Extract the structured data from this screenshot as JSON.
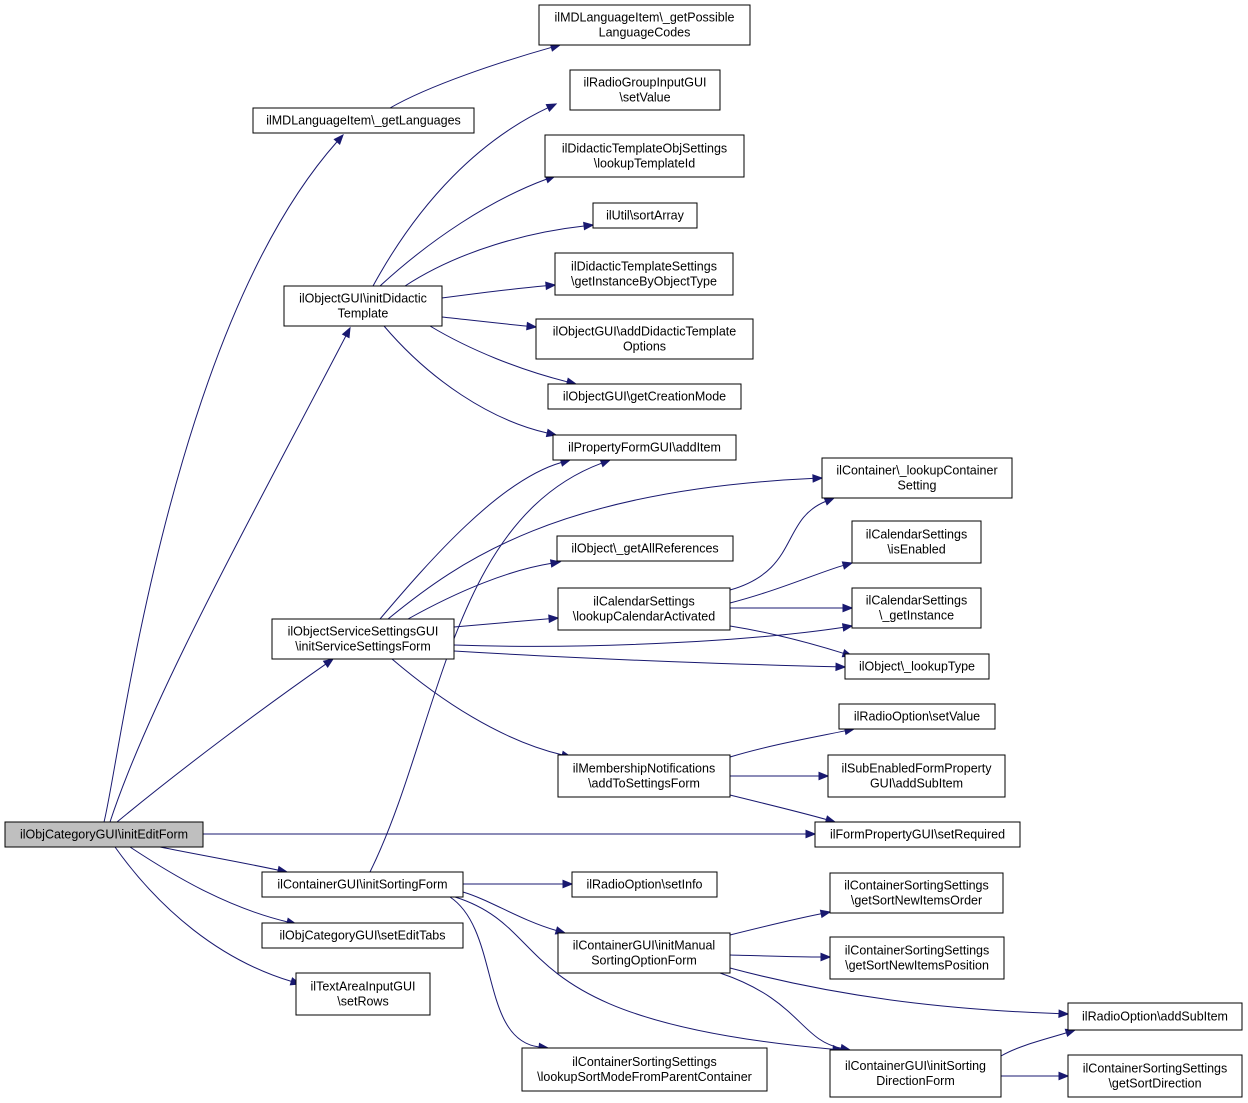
{
  "graph": {
    "root": "root",
    "nodes": [
      {
        "id": "root",
        "lines": [
          "ilObjCategoryGUI\\initEditForm"
        ]
      },
      {
        "id": "mdlang",
        "lines": [
          "ilMDLanguageItem\\_getLanguages"
        ]
      },
      {
        "id": "mdcodes",
        "lines": [
          "ilMDLanguageItem\\_getPossible",
          "LanguageCodes"
        ]
      },
      {
        "id": "radiogrp",
        "lines": [
          "ilRadioGroupInputGUI",
          "\\setValue"
        ]
      },
      {
        "id": "didobj",
        "lines": [
          "ilDidacticTemplateObjSettings",
          "\\lookupTemplateId"
        ]
      },
      {
        "id": "sortarr",
        "lines": [
          "ilUtil\\sortArray"
        ]
      },
      {
        "id": "didset",
        "lines": [
          "ilDidacticTemplateSettings",
          "\\getInstanceByObjectType"
        ]
      },
      {
        "id": "initdid",
        "lines": [
          "ilObjectGUI\\initDidactic",
          "Template"
        ]
      },
      {
        "id": "adddid",
        "lines": [
          "ilObjectGUI\\addDidacticTemplate",
          "Options"
        ]
      },
      {
        "id": "creamode",
        "lines": [
          "ilObjectGUI\\getCreationMode"
        ]
      },
      {
        "id": "propadd",
        "lines": [
          "ilPropertyFormGUI\\addItem"
        ]
      },
      {
        "id": "contlook",
        "lines": [
          "ilContainer\\_lookupContainer",
          "Setting"
        ]
      },
      {
        "id": "allrefs",
        "lines": [
          "ilObject\\_getAllReferences"
        ]
      },
      {
        "id": "calenabled",
        "lines": [
          "ilCalendarSettings",
          "\\isEnabled"
        ]
      },
      {
        "id": "calact",
        "lines": [
          "ilCalendarSettings",
          "\\lookupCalendarActivated"
        ]
      },
      {
        "id": "servform",
        "lines": [
          "ilObjectServiceSettingsGUI",
          "\\initServiceSettingsForm"
        ]
      },
      {
        "id": "calinst",
        "lines": [
          "ilCalendarSettings",
          "\\_getInstance"
        ]
      },
      {
        "id": "looktype",
        "lines": [
          "ilObject\\_lookupType"
        ]
      },
      {
        "id": "radiosetval",
        "lines": [
          "ilRadioOption\\setValue"
        ]
      },
      {
        "id": "memb",
        "lines": [
          "ilMembershipNotifications",
          "\\addToSettingsForm"
        ]
      },
      {
        "id": "subenabled",
        "lines": [
          "ilSubEnabledFormProperty",
          "GUI\\addSubItem"
        ]
      },
      {
        "id": "setreq",
        "lines": [
          "ilFormPropertyGUI\\setRequired"
        ]
      },
      {
        "id": "initsort",
        "lines": [
          "ilContainerGUI\\initSortingForm"
        ]
      },
      {
        "id": "radioinfo",
        "lines": [
          "ilRadioOption\\setInfo"
        ]
      },
      {
        "id": "sortorder",
        "lines": [
          "ilContainerSortingSettings",
          "\\getSortNewItemsOrder"
        ]
      },
      {
        "id": "edittabs",
        "lines": [
          "ilObjCategoryGUI\\setEditTabs"
        ]
      },
      {
        "id": "manual",
        "lines": [
          "ilContainerGUI\\initManual",
          "SortingOptionForm"
        ]
      },
      {
        "id": "sortpos",
        "lines": [
          "ilContainerSortingSettings",
          "\\getSortNewItemsPosition"
        ]
      },
      {
        "id": "textarea",
        "lines": [
          "ilTextAreaInputGUI",
          "\\setRows"
        ]
      },
      {
        "id": "addsub",
        "lines": [
          "ilRadioOption\\addSubItem"
        ]
      },
      {
        "id": "lookmode",
        "lines": [
          "ilContainerSortingSettings",
          "\\lookupSortModeFromParentContainer"
        ]
      },
      {
        "id": "dirform",
        "lines": [
          "ilContainerGUI\\initSorting",
          "DirectionForm"
        ]
      },
      {
        "id": "sortdir",
        "lines": [
          "ilContainerSortingSettings",
          "\\getSortDirection"
        ]
      }
    ],
    "edges": [
      {
        "from": "root",
        "to": "mdlang"
      },
      {
        "from": "root",
        "to": "initdid"
      },
      {
        "from": "root",
        "to": "servform"
      },
      {
        "from": "root",
        "to": "setreq"
      },
      {
        "from": "root",
        "to": "initsort"
      },
      {
        "from": "root",
        "to": "edittabs"
      },
      {
        "from": "root",
        "to": "textarea"
      },
      {
        "from": "mdlang",
        "to": "mdcodes"
      },
      {
        "from": "initdid",
        "to": "radiogrp"
      },
      {
        "from": "initdid",
        "to": "didobj"
      },
      {
        "from": "initdid",
        "to": "sortarr"
      },
      {
        "from": "initdid",
        "to": "didset"
      },
      {
        "from": "initdid",
        "to": "adddid"
      },
      {
        "from": "initdid",
        "to": "creamode"
      },
      {
        "from": "initdid",
        "to": "propadd"
      },
      {
        "from": "servform",
        "to": "propadd"
      },
      {
        "from": "servform",
        "to": "contlook"
      },
      {
        "from": "servform",
        "to": "allrefs"
      },
      {
        "from": "servform",
        "to": "calact"
      },
      {
        "from": "servform",
        "to": "calinst"
      },
      {
        "from": "servform",
        "to": "looktype"
      },
      {
        "from": "servform",
        "to": "memb"
      },
      {
        "from": "calact",
        "to": "contlook"
      },
      {
        "from": "calact",
        "to": "calenabled"
      },
      {
        "from": "calact",
        "to": "calinst"
      },
      {
        "from": "calact",
        "to": "looktype"
      },
      {
        "from": "memb",
        "to": "radiosetval"
      },
      {
        "from": "memb",
        "to": "subenabled"
      },
      {
        "from": "memb",
        "to": "setreq"
      },
      {
        "from": "initsort",
        "to": "propadd"
      },
      {
        "from": "initsort",
        "to": "radioinfo"
      },
      {
        "from": "initsort",
        "to": "manual"
      },
      {
        "from": "initsort",
        "to": "lookmode"
      },
      {
        "from": "initsort",
        "to": "dirform"
      },
      {
        "from": "manual",
        "to": "sortorder"
      },
      {
        "from": "manual",
        "to": "sortpos"
      },
      {
        "from": "manual",
        "to": "addsub"
      },
      {
        "from": "manual",
        "to": "dirform"
      },
      {
        "from": "dirform",
        "to": "addsub"
      },
      {
        "from": "dirform",
        "to": "sortdir"
      }
    ]
  }
}
